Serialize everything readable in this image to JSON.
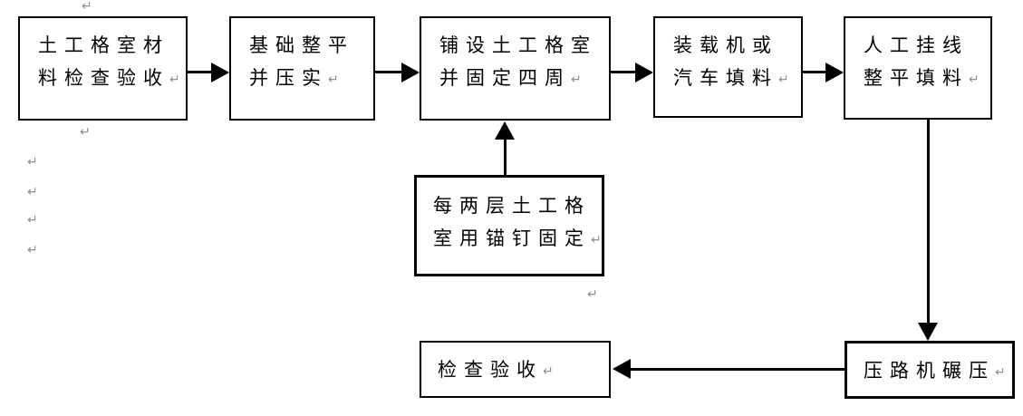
{
  "flowchart": {
    "boxes": [
      {
        "id": "material-inspection",
        "text": "土工格室材料检查验收",
        "lines": [
          "土工格室材",
          "料检查验收"
        ]
      },
      {
        "id": "foundation-leveling",
        "text": "基础整平并压实",
        "lines": [
          "基础整平",
          "并压实"
        ]
      },
      {
        "id": "geocell-laying",
        "text": "铺设土工格室并固定四周",
        "lines": [
          "铺设土工格室",
          "并固定四周"
        ]
      },
      {
        "id": "loader-filling",
        "text": "装载机或汽车填料",
        "lines": [
          "装载机或",
          "汽车填料"
        ]
      },
      {
        "id": "manual-leveling",
        "text": "人工挂线整平填料",
        "lines": [
          "人工挂线",
          "整平填料"
        ]
      },
      {
        "id": "anchor-fixing",
        "text": "每两层土工格室用锚钉固定",
        "lines": [
          "每两层土工格",
          "室用锚钉固定"
        ]
      },
      {
        "id": "inspection-acceptance",
        "text": "检查验收",
        "lines": [
          "检查验收"
        ]
      },
      {
        "id": "roller-compaction",
        "text": "压路机碾压",
        "lines": [
          "压路机碾压"
        ]
      }
    ],
    "edges": [
      {
        "from": "material-inspection",
        "to": "foundation-leveling"
      },
      {
        "from": "foundation-leveling",
        "to": "geocell-laying"
      },
      {
        "from": "anchor-fixing",
        "to": "geocell-laying"
      },
      {
        "from": "geocell-laying",
        "to": "loader-filling"
      },
      {
        "from": "loader-filling",
        "to": "manual-leveling"
      },
      {
        "from": "manual-leveling",
        "to": "roller-compaction"
      },
      {
        "from": "roller-compaction",
        "to": "inspection-acceptance"
      }
    ],
    "marks": {
      "return_glyph": "↵"
    },
    "colors": {
      "line": "#000000",
      "mark": "#8f8f8f",
      "background": "#ffffff"
    }
  }
}
